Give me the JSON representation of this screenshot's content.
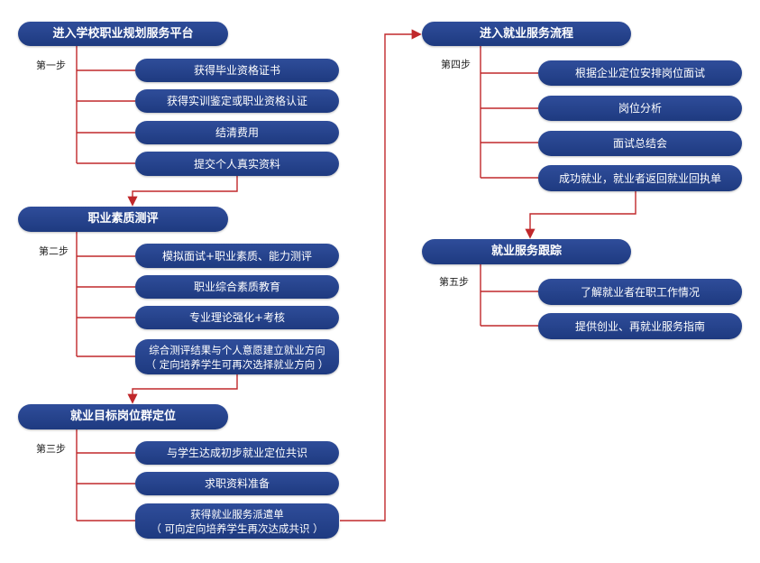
{
  "stages": [
    {
      "title": "进入学校职业规划服务平台",
      "step": "第一步",
      "items": [
        "获得毕业资格证书",
        "获得实训鉴定或职业资格认证",
        "结清费用",
        "提交个人真实资料"
      ]
    },
    {
      "title": "职业素质测评",
      "step": "第二步",
      "items": [
        "模拟面试+职业素质、能力测评",
        "职业综合素质教育",
        "专业理论强化+考核",
        "综合测评结果与个人意愿建立就业方向\n（ 定向培养学生可再次选择就业方向 ）"
      ]
    },
    {
      "title": "就业目标岗位群定位",
      "step": "第三步",
      "items": [
        "与学生达成初步就业定位共识",
        "求职资料准备",
        "获得就业服务派遣单\n（ 可向定向培养学生再次达成共识 ）"
      ]
    },
    {
      "title": "进入就业服务流程",
      "step": "第四步",
      "items": [
        "根据企业定位安排岗位面试",
        "岗位分析",
        "面试总结会",
        "成功就业，就业者返回就业回执单"
      ]
    },
    {
      "title": "就业服务跟踪",
      "step": "第五步",
      "items": [
        "了解就业者在职工作情况",
        "提供创业、再就业服务指南"
      ]
    }
  ],
  "colors": {
    "box": "#1f3c84",
    "line": "#c0282b"
  }
}
